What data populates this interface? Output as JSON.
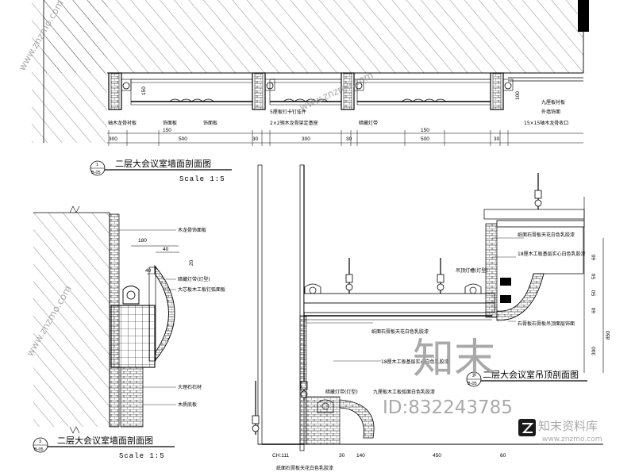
{
  "top_section": {
    "annotations": {
      "a1": "轴木龙骨衬板",
      "a2": "饰面板",
      "a3": "饰面板",
      "a4": "5厘板钉卡钉挂件",
      "a5": "2×2钢木龙骨架定基座",
      "a6": "暗藏灯带",
      "a7": "九厘板衬板",
      "a8": "外墙饰面",
      "a9": "15×15轴木龙骨收口"
    },
    "dims": {
      "d300a": "300",
      "d150a": "150",
      "d500a": "500",
      "d3030a": "30",
      "d300b": "300",
      "d3030b": "30",
      "d150b": "150",
      "d500b": "500",
      "d3030c": "30",
      "d150v": "150",
      "d100v": "100"
    },
    "title": "二层大会议室墙面剖面图",
    "scale": "Scale 1:5",
    "tag_no": "1",
    "tag_ref": "B-05"
  },
  "left_section": {
    "annotations": {
      "l1": "木龙骨饰面板",
      "l2": "暗藏灯带(灯型)",
      "l3": "大芯板木工板钉弧面板",
      "l4": "大理石石材",
      "l5": "木质底板"
    },
    "dims": {
      "d180": "180",
      "d40": "40",
      "d20": "20",
      "d40b": "40"
    },
    "title": "二层大会议室墙面剖面图",
    "scale": "Scale 1:5",
    "tag_no": "3",
    "tag_ref": "B-05"
  },
  "right_section": {
    "annotations": {
      "r1": "纸面石膏板天花白色乳胶漆",
      "r2": "18厘木工板基层实心白色乳胶漆",
      "r3": "吊顶灯槽(灯型)",
      "r4": "石膏板石膏板吊顶面层饰面",
      "r5": "纸面石膏板天花白色乳胶漆",
      "r6": "18厘木工板基层实心白色乳胶漆",
      "r7": "暗藏灯带(灯型)",
      "r8": "九厘板木工板弧面白色乳胶漆",
      "r9": "纸面石膏板天花白色乳胶漆"
    },
    "dims": {
      "d60": "60",
      "d50": "50",
      "d50b": "50",
      "d60b": "60",
      "d300": "300",
      "d850": "850",
      "dCH": "CH:111",
      "d30": "30",
      "d140": "140",
      "d450": "450",
      "d60c": "60"
    },
    "title": "二层大会议室吊顶剖面图",
    "tag_no": "2",
    "tag_ref": "B-05"
  },
  "watermarks": {
    "logo": "知末",
    "id": "ID:832243785",
    "site_name": "知末资料库",
    "site_url": "www.znzmo.com",
    "diag1": "www.znzmo.com",
    "diag2": "www.znzmo.com",
    "diag3": "www.znzmo.com"
  },
  "colors": {
    "line": "#000000",
    "watermark": "#9a9a9a",
    "background": "#ffffff"
  }
}
